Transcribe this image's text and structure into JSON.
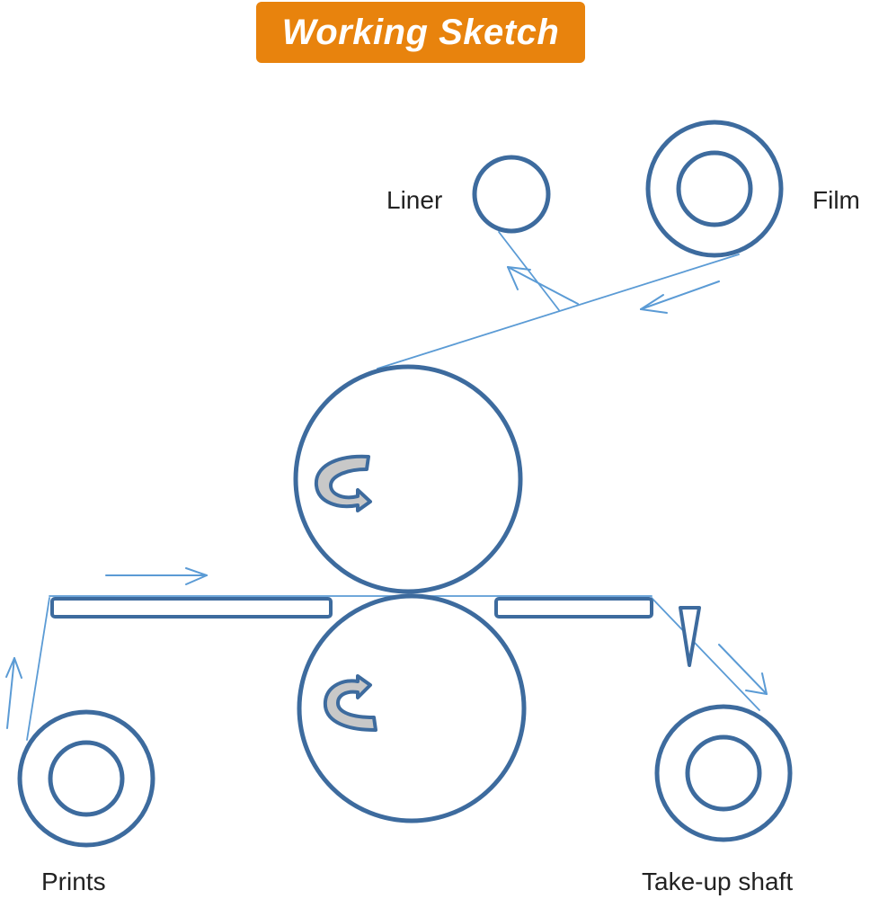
{
  "title": "Working Sketch",
  "labels": {
    "liner": "Liner",
    "film": "Film",
    "prints": "Prints",
    "takeup": "Take-up shaft"
  },
  "colors": {
    "badge": "#e8830d",
    "roll_stroke": "#3d6b9e",
    "web_line": "#5b9bd5",
    "arrow_fill": "#c8c8c8"
  }
}
